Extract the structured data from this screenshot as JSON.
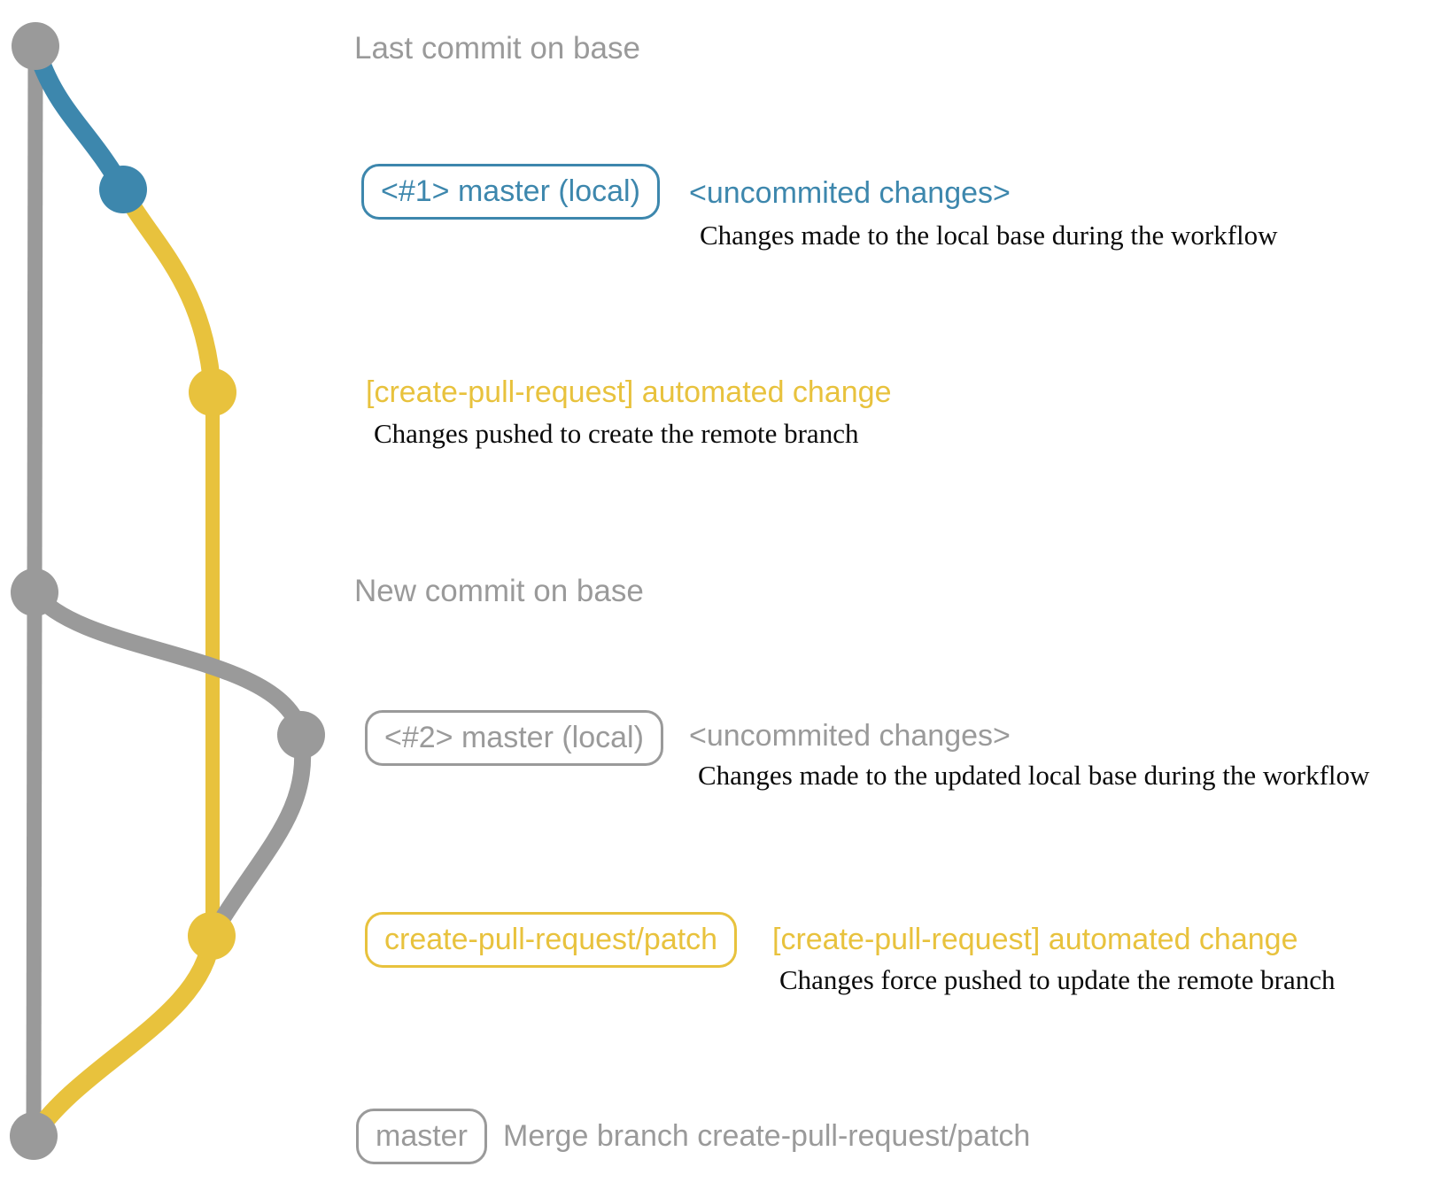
{
  "colors": {
    "gray": "#9a9a9a",
    "blue": "#3d87ad",
    "yellow": "#e8c23d",
    "text_dark": "#0a0a0a"
  },
  "graph": {
    "type": "git-commit-graph",
    "branches": [
      {
        "name": "base",
        "color": "gray"
      },
      {
        "name": "master (local)",
        "color": "blue"
      },
      {
        "name": "create-pull-request/patch",
        "color": "yellow"
      }
    ],
    "nodes": [
      {
        "name": "last-commit-on-base",
        "color": "gray"
      },
      {
        "name": "local-workflow-commit-1",
        "color": "blue"
      },
      {
        "name": "patch-branch-commit-1",
        "color": "yellow"
      },
      {
        "name": "new-commit-on-base",
        "color": "gray"
      },
      {
        "name": "local-workflow-commit-2",
        "color": "gray"
      },
      {
        "name": "patch-branch-commit-2",
        "color": "yellow"
      },
      {
        "name": "merge-commit",
        "color": "gray"
      }
    ]
  },
  "rows": {
    "last_commit": {
      "heading": "Last commit on base"
    },
    "local1": {
      "badge": "<#1> master (local)",
      "annotation": "<uncommited changes>",
      "description": "Changes made to the local base during the workflow"
    },
    "push1": {
      "label": "[create-pull-request] automated change",
      "description": "Changes pushed to create the remote branch"
    },
    "new_commit": {
      "heading": "New commit on base"
    },
    "local2": {
      "badge": "<#2> master (local)",
      "annotation": "<uncommited changes>",
      "description": "Changes made to the updated local base during the workflow"
    },
    "push2": {
      "badge": "create-pull-request/patch",
      "annotation": "[create-pull-request] automated change",
      "description": "Changes force pushed to update the remote branch"
    },
    "merge": {
      "badge": "master",
      "annotation": "Merge branch create-pull-request/patch"
    }
  }
}
